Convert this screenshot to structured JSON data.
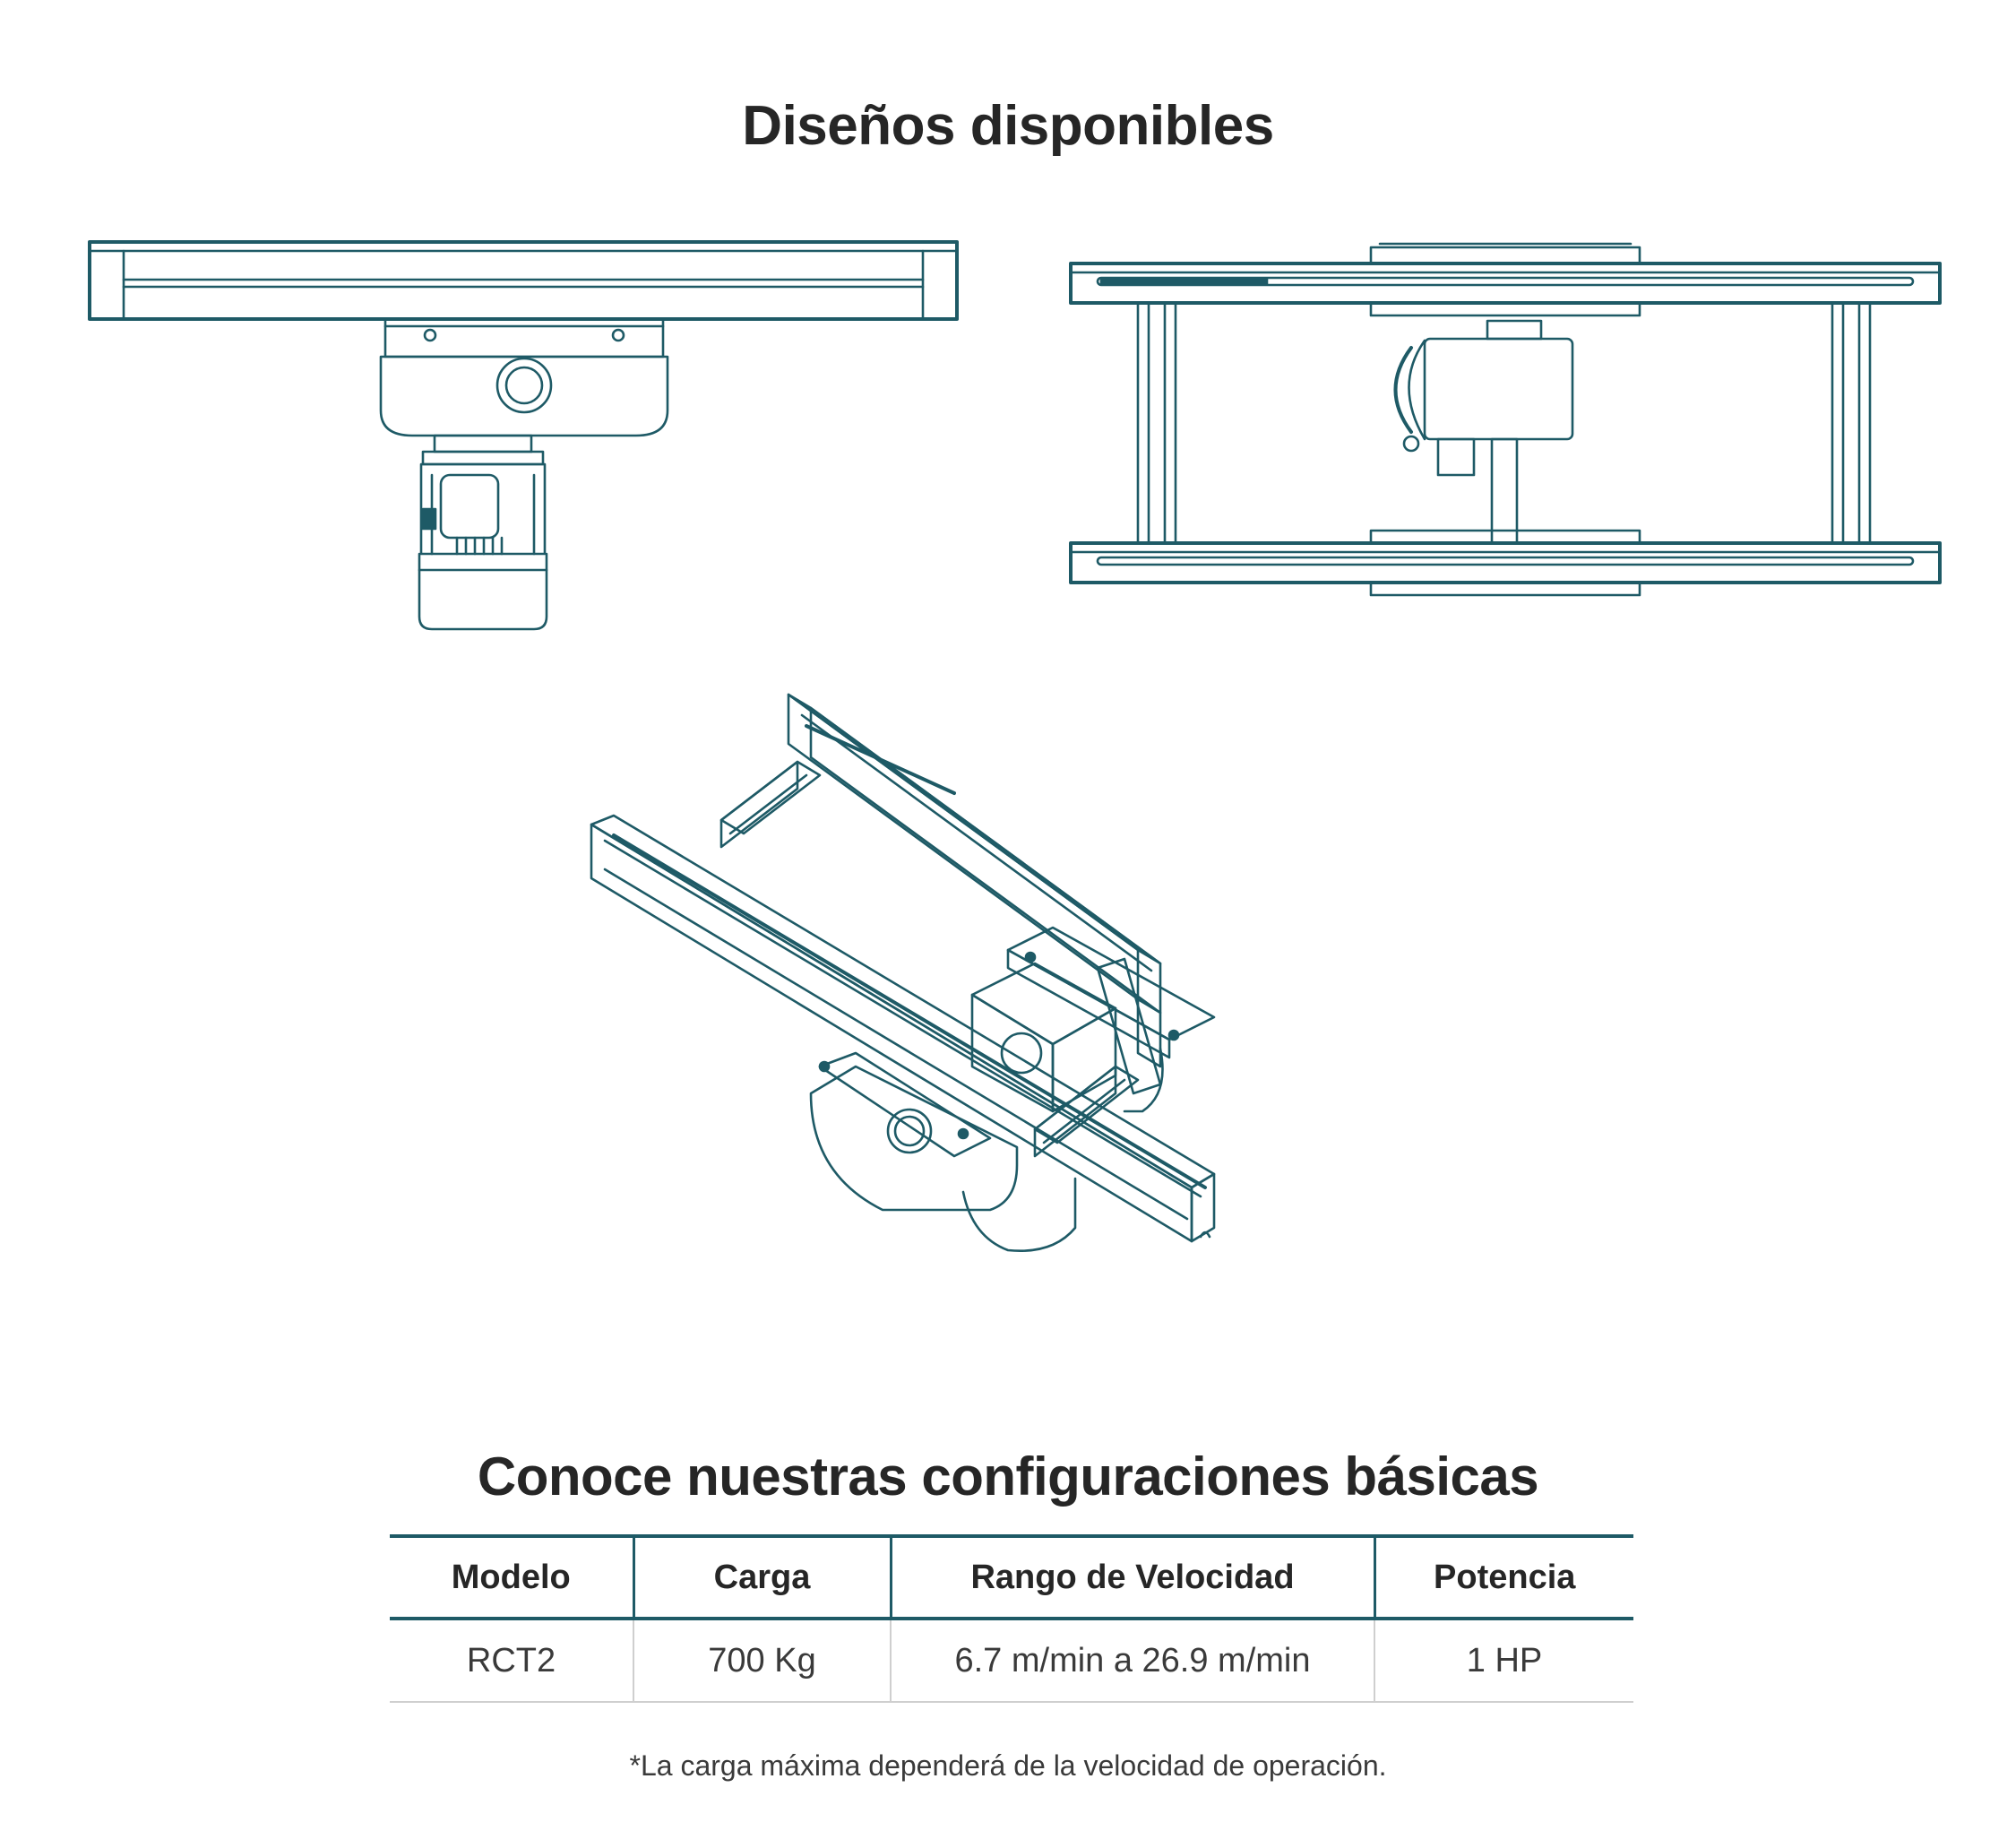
{
  "designs": {
    "title": "Diseños disponibles"
  },
  "config": {
    "title": "Conoce nuestras configuraciones básicas",
    "columns": [
      "Modelo",
      "Carga",
      "Rango de Velocidad",
      "Potencia"
    ],
    "rows": [
      [
        "RCT2",
        "700 Kg",
        "6.7 m/min a 26.9 m/min",
        "1 HP"
      ]
    ],
    "footnote": "*La carga máxima dependerá de la velocidad de operación."
  },
  "colors": {
    "accent": "#1e5a66",
    "title_text": "#262626",
    "body_text": "#3a3a3a",
    "row_divider": "#cfcfcf"
  }
}
